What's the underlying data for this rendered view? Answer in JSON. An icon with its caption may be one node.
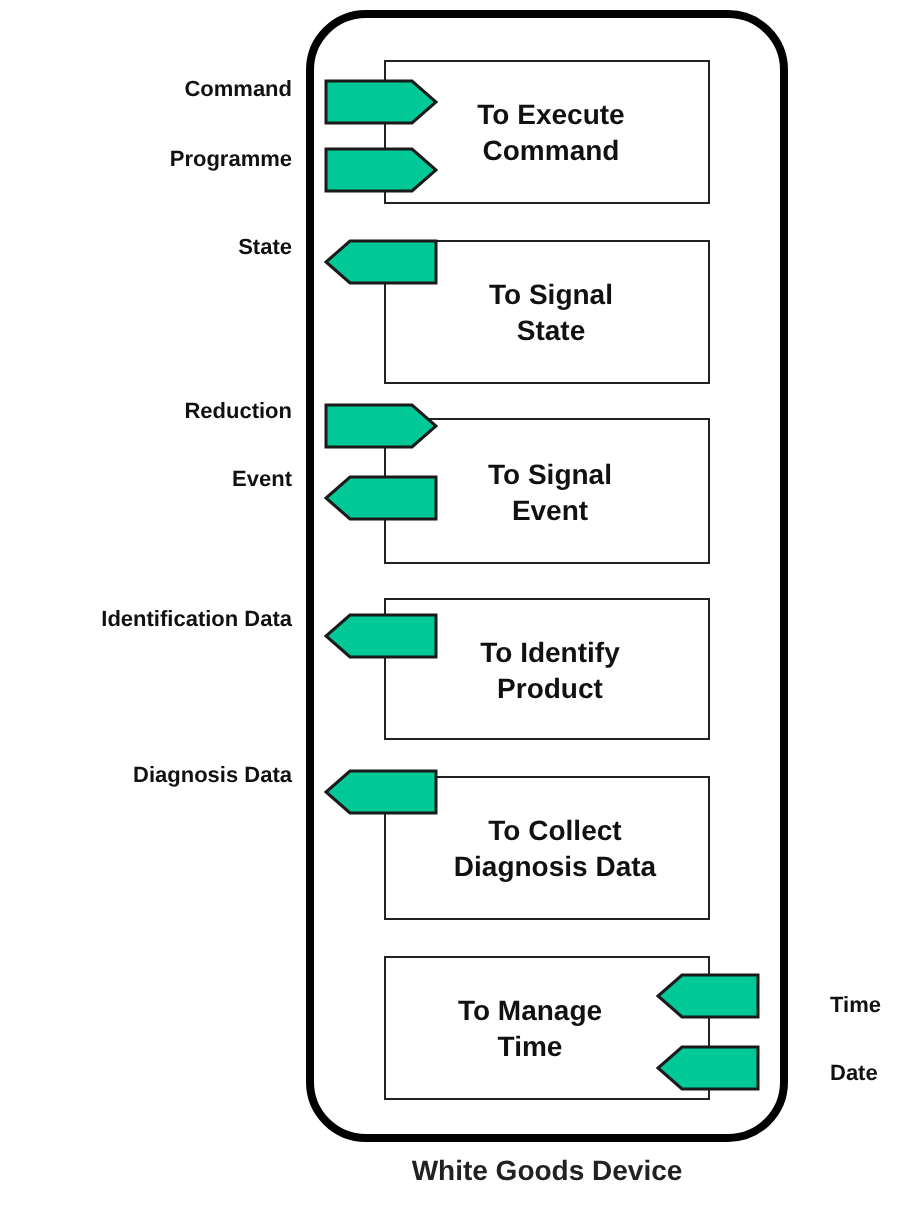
{
  "diagram": {
    "nodes": [
      {
        "text": [
          "White Goods Device"
        ]
      },
      {
        "text": [
          "Command"
        ]
      },
      {
        "text": [
          "Programme"
        ]
      },
      {
        "text": [
          "To Execute Command"
        ],
        "in": 0
      },
      {
        "text": [
          "State"
        ]
      },
      {
        "text": [
          "To Signal State"
        ],
        "in": 0
      },
      {
        "text": [
          "Reduction"
        ]
      },
      {
        "text": [
          "Event"
        ]
      },
      {
        "text": [
          "To Signal Event"
        ],
        "in": 0
      },
      {
        "text": [
          "Identification Data"
        ]
      },
      {
        "text": [
          "To Identify Product"
        ],
        "in": 0
      },
      {
        "text": [
          "Diagnosis Data"
        ]
      },
      {
        "text": [
          "To Collect Diagnosis Data"
        ],
        "in": 0
      },
      {
        "text": [
          "To Manage Time"
        ],
        "in": 0
      },
      {
        "text": [
          "Time"
        ]
      },
      {
        "text": [
          "Date"
        ]
      }
    ],
    "edges": [
      {
        "from": 1,
        "to": 3,
        "arrow": "to"
      },
      {
        "from": 2,
        "to": 3,
        "arrow": "to"
      },
      {
        "from": 5,
        "to": 4,
        "arrow": "to"
      },
      {
        "from": 6,
        "to": 8,
        "arrow": "to"
      },
      {
        "from": 8,
        "to": 7,
        "arrow": "to"
      },
      {
        "from": 10,
        "to": 9,
        "arrow": "to"
      },
      {
        "from": 12,
        "to": 11,
        "arrow": "to"
      },
      {
        "from": 14,
        "to": 13,
        "arrow": "to"
      },
      {
        "from": 15,
        "to": 13,
        "arrow": "to"
      }
    ]
  }
}
